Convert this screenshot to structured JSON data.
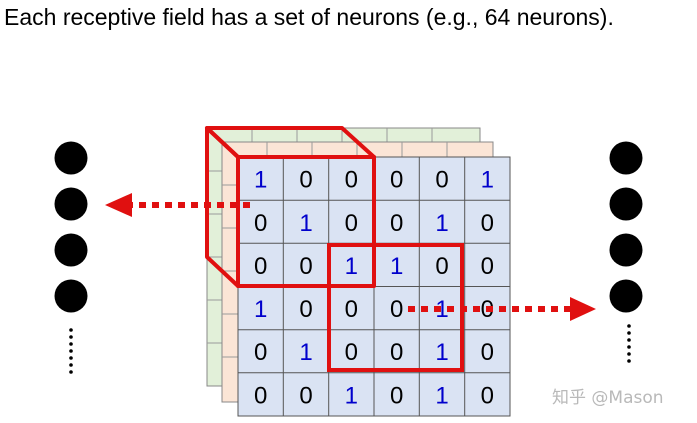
{
  "caption": "Each receptive field has a set of neurons (e.g., 64 neurons).",
  "grid": {
    "rows": [
      [
        "1",
        "0",
        "0",
        "0",
        "0",
        "1"
      ],
      [
        "0",
        "1",
        "0",
        "0",
        "1",
        "0"
      ],
      [
        "0",
        "0",
        "1",
        "1",
        "0",
        "0"
      ],
      [
        "1",
        "0",
        "0",
        "0",
        "1",
        "0"
      ],
      [
        "0",
        "1",
        "0",
        "0",
        "1",
        "0"
      ],
      [
        "0",
        "0",
        "1",
        "0",
        "1",
        "0"
      ]
    ]
  },
  "colors": {
    "front_layer": "#dae3f3",
    "middle_layer": "#fbe5d6",
    "back_layer": "#e2f0d9",
    "one_digit": "#0000cc",
    "zero_digit": "#000000",
    "highlight": "#e01010",
    "neuron": "#000000"
  },
  "neuron_columns": [
    {
      "id": "left",
      "dot_count": 4
    },
    {
      "id": "right",
      "dot_count": 4
    }
  ],
  "icons": [
    "ellipsis-vertical-icon",
    "arrow-left-icon",
    "arrow-right-icon"
  ],
  "watermark": "知乎 @Mason"
}
